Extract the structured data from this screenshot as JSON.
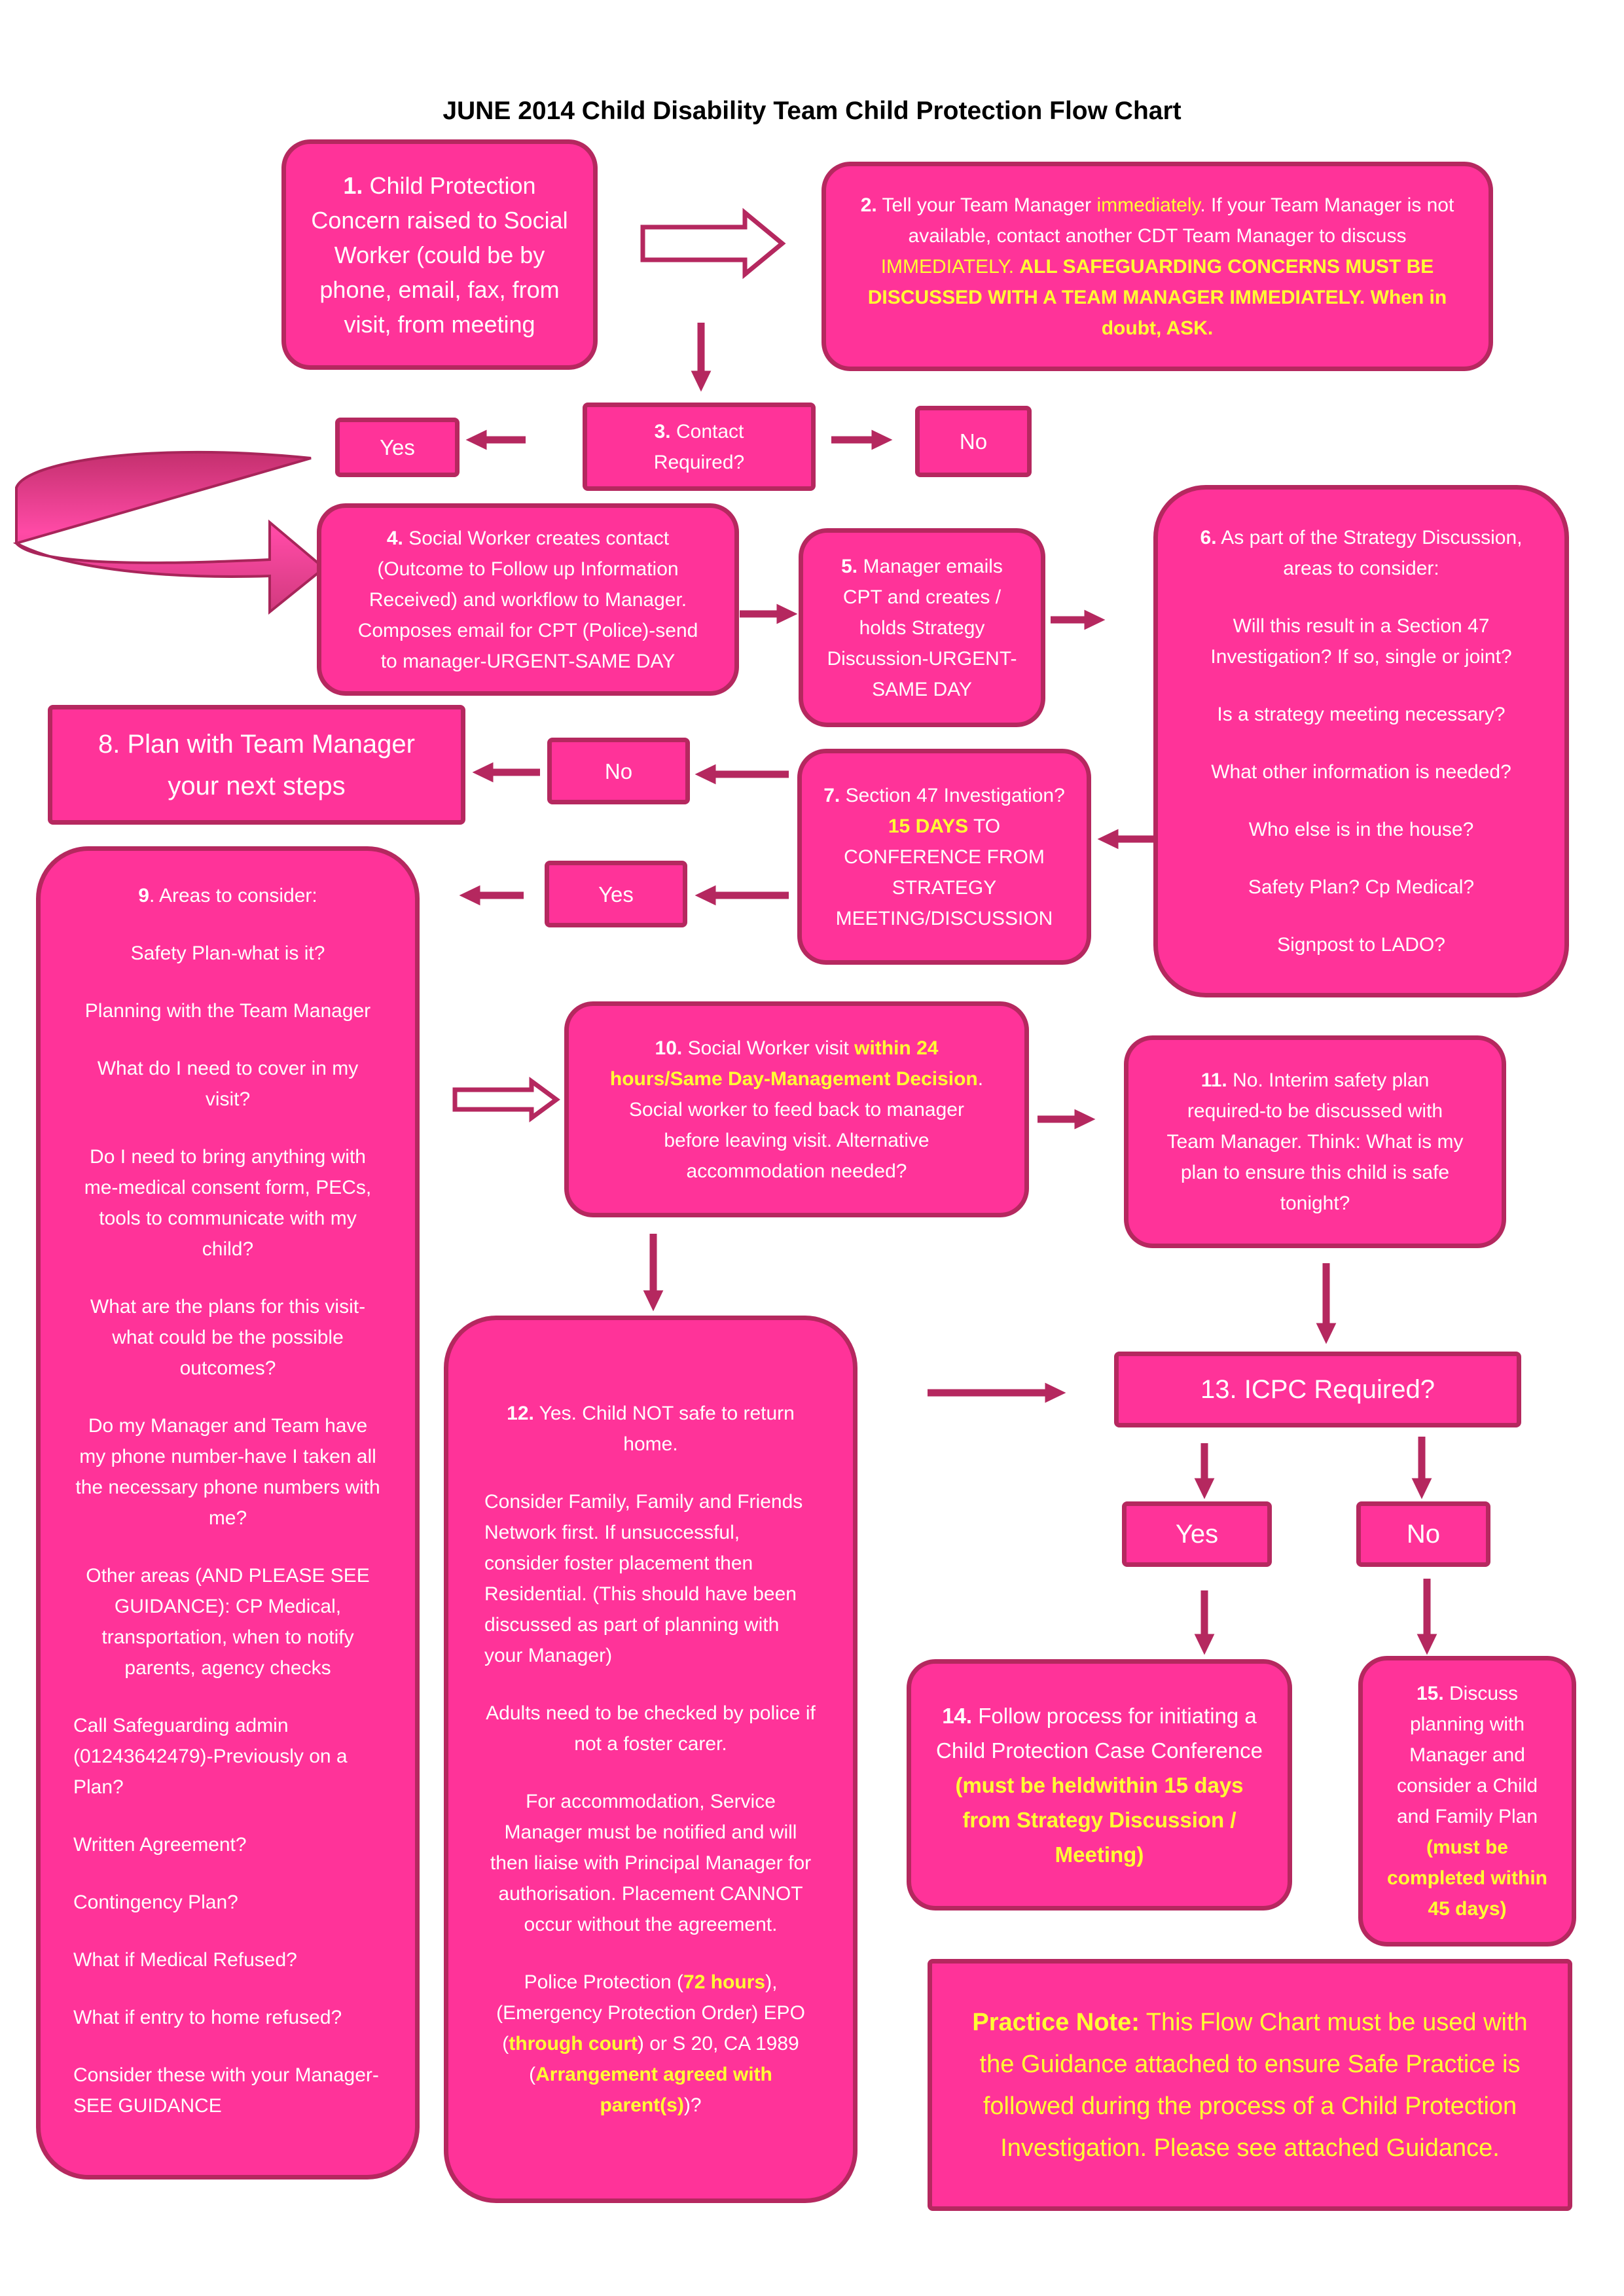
{
  "title": "JUNE 2014 Child Disability Team Child Protection Flow Chart",
  "colors": {
    "box_fill": "#ff3399",
    "box_border": "#b5285f",
    "highlight": "#ffff33",
    "arrow": "#b5285f"
  },
  "box1": {
    "num": "1.",
    "text": "Child Protection Concern raised to Social Worker (could be by phone, email, fax, from visit, from meeting"
  },
  "box2": {
    "num": "2.",
    "t1": "Tell your Team Manager",
    "t2": "immediately",
    "t3": ". If your Team Manager is not available, contact another CDT Team Manager to discuss",
    "t4": "IMMEDIATELY.",
    "t5": "ALL SAFEGUARDING CONCERNS MUST BE DISCUSSED WITH A TEAM MANAGER IMMEDIATELY. When in doubt, ASK."
  },
  "box3": {
    "num": "3.",
    "text": "Contact Required?"
  },
  "yes_top": "Yes",
  "no_top": "No",
  "box4": {
    "num": "4.",
    "text": "Social Worker creates contact (Outcome to Follow up Information Received) and workflow to Manager. Composes email for CPT (Police)-send to manager-URGENT-SAME DAY"
  },
  "box5": {
    "num": "5.",
    "text": "Manager emails CPT and creates / holds Strategy Discussion-URGENT-SAME DAY"
  },
  "box6": {
    "num": "6.",
    "heading": "As part of the Strategy Discussion, areas to consider:",
    "items": [
      "Will this result in a Section 47 Investigation? If so, single or joint?",
      "Is a strategy meeting necessary?",
      "What other information is needed?",
      "Who else is in the house?",
      "Safety Plan? Cp Medical?",
      "Signpost to LADO?"
    ]
  },
  "box7": {
    "num": "7.",
    "t1": "Section 47 Investigation?",
    "t2": "15 DAYS",
    "t3": "TO CONFERENCE FROM STRATEGY MEETING/DISCUSSION"
  },
  "box8": {
    "text": "8. Plan with Team Manager your next steps"
  },
  "no_mid": "No",
  "yes_mid": "Yes",
  "box9": {
    "num": "9",
    "heading": ". Areas to consider:",
    "items": [
      "Safety Plan-what is it?",
      "Planning with the Team Manager",
      "What do I need to cover in my visit?",
      "Do I need to bring anything with me-medical consent form, PECs, tools to communicate with my child?",
      "What are the plans for this visit-what could be the possible outcomes?",
      "Do my Manager and Team have my phone number-have I taken all the necessary phone numbers with me?",
      "Other areas (AND PLEASE SEE GUIDANCE): CP Medical, transportation, when to notify parents, agency checks"
    ],
    "left_items": [
      "Call Safeguarding admin (01243642479)-Previously on a Plan?",
      "Written Agreement?",
      "Contingency Plan?",
      "What if Medical Refused?",
      "What if entry to home refused?",
      "Consider these with your Manager-SEE GUIDANCE"
    ]
  },
  "box10": {
    "num": "10.",
    "t1": "Social Worker visit",
    "t2": "within 24 hours/Same Day-Management Decision",
    "t3": ". Social worker to feed back to manager before leaving visit. Alternative accommodation needed?"
  },
  "box11": {
    "num": "11.",
    "text": "No. Interim safety plan required-to be discussed with Team Manager. Think: What is my plan to ensure this child is safe tonight?"
  },
  "box12": {
    "num": "12.",
    "p1": "Yes. Child NOT safe to return home.",
    "p2": "Consider Family, Family and Friends Network first. If unsuccessful, consider foster placement then Residential. (This should have been discussed as part of planning with your Manager)",
    "p3": "Adults need to be checked by police if not a foster carer.",
    "p4": "For accommodation, Service Manager must be notified and will then liaise with Principal Manager for authorisation. Placement CANNOT occur without the agreement.",
    "p5a": "Police Protection (",
    "p5b": "72 hours",
    "p5c": "), (Emergency Protection Order) EPO (",
    "p5d": "through court",
    "p5e": ") or S 20, CA 1989 (",
    "p5f": "Arrangement agreed with parent(s)",
    "p5g": ")?"
  },
  "box13": {
    "text": "13. ICPC Required?"
  },
  "yes_bottom": "Yes",
  "no_bottom": "No",
  "box14": {
    "num": "14.",
    "t1": "Follow process for initiating a Child Protection Case Conference",
    "t2": "(must be heldwithin 15 days from Strategy Discussion / Meeting)"
  },
  "box15": {
    "num": "15.",
    "t1": "Discuss planning with Manager and consider a Child and Family Plan",
    "t2": "(must be completed within 45 days)"
  },
  "practice_note": {
    "label": "Practice Note:",
    "text": "This Flow Chart must be used with the Guidance attached to ensure Safe Practice is followed during the process of a Child Protection Investigation. Please see attached Guidance."
  }
}
